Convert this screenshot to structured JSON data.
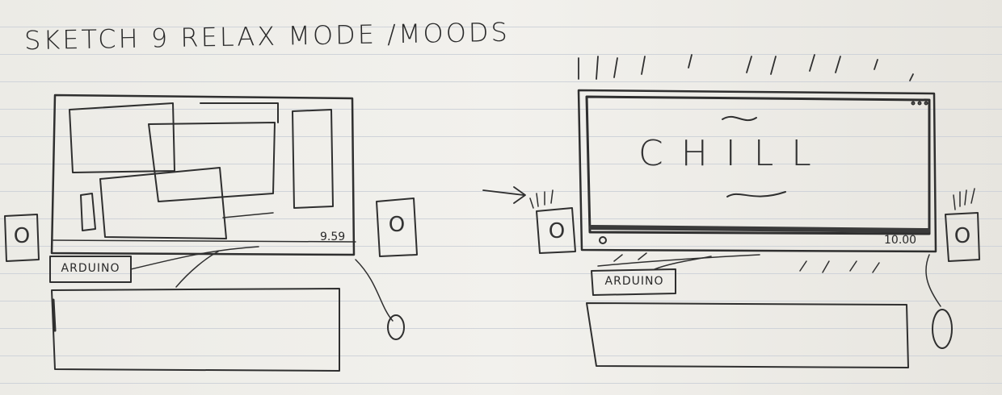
{
  "sketch": {
    "title": "SKETCH 9   RELAX MODE /MOODS"
  },
  "left_setup": {
    "arduino_label": "ARDUINO",
    "clock_text": "9.59",
    "speaker_glyph": "O"
  },
  "right_setup": {
    "screen_text": "CHILL",
    "arduino_label": "ARDUINO",
    "clock_text": "10.00",
    "speaker_glyph": "O"
  }
}
